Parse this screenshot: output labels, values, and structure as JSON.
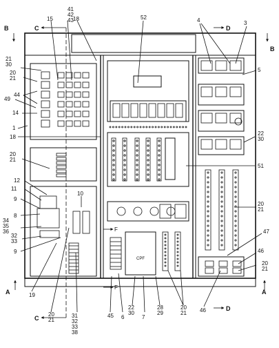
{
  "callouts": {
    "top_41": "41",
    "top_42": "42",
    "top_43": "43",
    "top_15": "15",
    "top_18": "18",
    "top_52": "52",
    "top_4": "4",
    "top_3": "3",
    "left_21": "21",
    "left_30": "30",
    "left_20a": "20",
    "left_21a": "21",
    "left_44": "44",
    "left_49": "49",
    "left_14": "14",
    "left_1": "1",
    "left_18": "18",
    "left_20b": "20",
    "left_21b": "21",
    "left_12": "12",
    "left_11": "11",
    "left_9a": "9",
    "left_8": "8",
    "left_34": "34",
    "left_35": "35",
    "left_36": "36",
    "left_32": "32",
    "left_33": "33",
    "left_9b": "9",
    "right_5": "5",
    "right_22": "22",
    "right_30": "30",
    "right_51": "51",
    "right_20a": "20",
    "right_21a": "21",
    "right_47": "47",
    "right_46": "46",
    "right_20b": "20",
    "right_21b": "21",
    "mid_10": "10",
    "mid_F_top": "F",
    "mid_F_bot": "F",
    "bot_19": "19",
    "bot_20": "20",
    "bot_21": "21",
    "bot_31": "31",
    "bot_32": "32",
    "bot_33": "33",
    "bot_38": "38",
    "bot_45": "45",
    "bot_6": "6",
    "bot_22": "22",
    "bot_30": "30",
    "bot_7": "7",
    "bot_28": "28",
    "bot_29": "29",
    "bot_20b": "20",
    "bot_21b": "21",
    "bot_46": "46",
    "sec_C_top": "C",
    "sec_C_bot": "C",
    "sec_B_left": "B",
    "sec_B_right": "B",
    "sec_D_top": "D",
    "sec_D_bot": "D",
    "sec_A_left": "A",
    "sec_A_right": "A",
    "device_label": "CPF"
  }
}
